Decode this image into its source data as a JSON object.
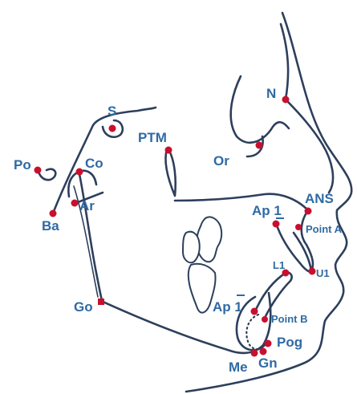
{
  "colors": {
    "label": "#2f6aa3",
    "outline": "#2d3f5c",
    "landmark_dot": "#c8102e",
    "background": "#ffffff"
  },
  "landmarks": {
    "N": "N",
    "S": "S",
    "PTM": "PTM",
    "Or": "Or",
    "Po": "Po",
    "Co": "Co",
    "Ba": "Ba",
    "Ar": "Ar",
    "ANS": "ANS",
    "Ap1_upper": "Ap 1",
    "Point_A": "Point A",
    "L1": "L1",
    "U1": "U1",
    "Ap1_lower": "Ap 1",
    "Point_B": "Point B",
    "Go": "Go",
    "Pog": "Pog",
    "Me": "Me",
    "Gn": "Gn"
  }
}
